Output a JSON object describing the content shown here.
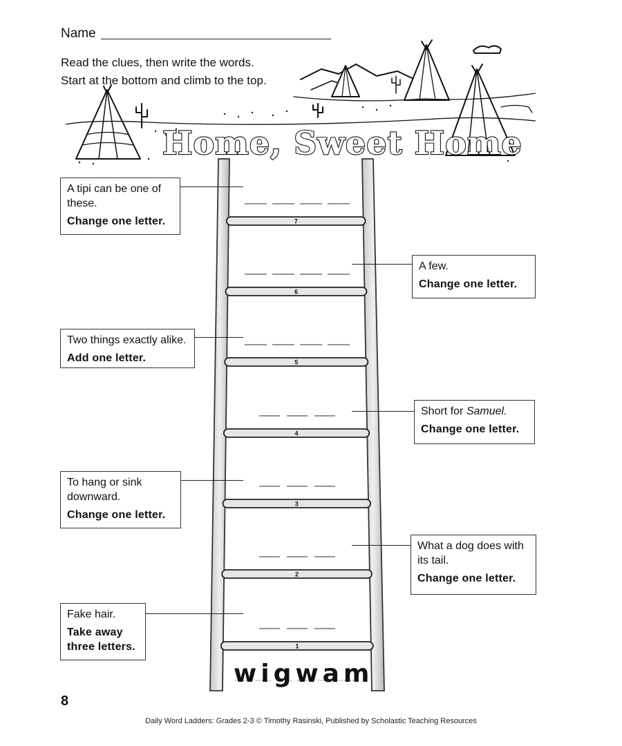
{
  "header": {
    "name_label": "Name",
    "instructions": [
      "Read the clues, then write the words.",
      "Start at the bottom and climb to the top."
    ],
    "title": "Home, Sweet Home"
  },
  "clues": [
    {
      "rung": "7",
      "text": "A tipi can be one of these.",
      "instruction": "Change one letter.",
      "letters": 4
    },
    {
      "rung": "6",
      "text": "A few.",
      "instruction": "Change one letter.",
      "letters": 4
    },
    {
      "rung": "5",
      "text": "Two things exactly alike.",
      "instruction": "Add one letter.",
      "letters": 4
    },
    {
      "rung": "4",
      "text_before": "Short for ",
      "text_italic": "Samuel.",
      "instruction": "Change one letter.",
      "letters": 3
    },
    {
      "rung": "3",
      "text": "To hang or sink downward.",
      "instruction": "Change one letter.",
      "letters": 3
    },
    {
      "rung": "2",
      "text": "What a dog does with its tail.",
      "instruction": "Change one letter.",
      "letters": 3
    },
    {
      "rung": "1",
      "text": "Fake hair.",
      "instruction": "Take away three letters.",
      "letters": 3
    }
  ],
  "start_word": "wigwam",
  "page_number": "8",
  "footer": "Daily Word Ladders: Grades 2-3 © Timothy Rasinski, Published by Scholastic Teaching Resources"
}
